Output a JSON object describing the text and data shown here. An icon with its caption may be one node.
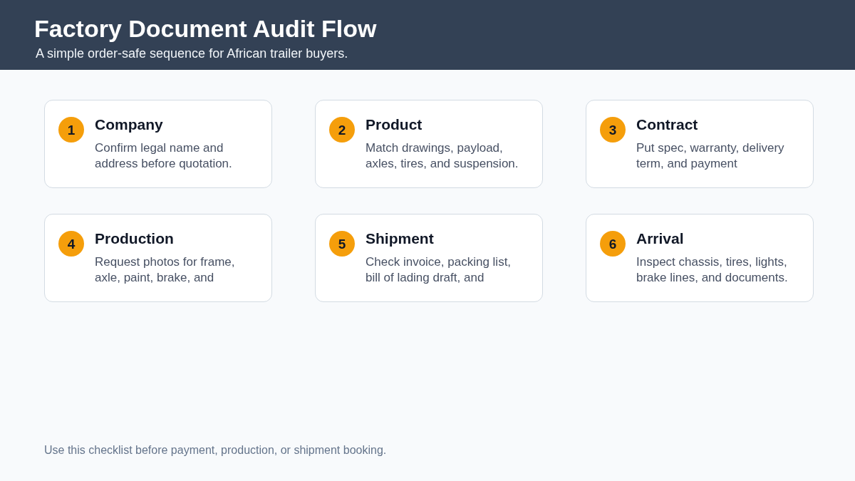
{
  "diagram": {
    "title": "Factory Document Audit Flow",
    "caption": "Use this checklist before payment, production, or shipment booking.",
    "nodes": [
      {
        "text": [
          "Company",
          "Confirm legal name and address before quotation."
        ]
      },
      {
        "text": [
          "1"
        ],
        "in": 0
      },
      {
        "text": [
          "Product",
          "Match drawings, payload, axles, tires, and suspension."
        ]
      },
      {
        "text": [
          "2"
        ],
        "in": 2
      },
      {
        "text": [
          "Contract",
          "Put spec, warranty, delivery term, and payment"
        ]
      },
      {
        "text": [
          "3"
        ],
        "in": 4
      },
      {
        "text": [
          "Production",
          "Request photos for frame, axle, paint, brake, and"
        ]
      },
      {
        "text": [
          "4"
        ],
        "in": 6
      },
      {
        "text": [
          "Shipment",
          "Check invoice, packing list, bill of lading draft, and"
        ]
      },
      {
        "text": [
          "5"
        ],
        "in": 8
      },
      {
        "text": [
          "Arrival",
          "Inspect chassis, tires, lights, brake lines, and documents."
        ]
      },
      {
        "text": [
          "6"
        ],
        "in": 10
      }
    ],
    "labels": [
      "A simple order-safe sequence for African trailer buyers."
    ]
  }
}
